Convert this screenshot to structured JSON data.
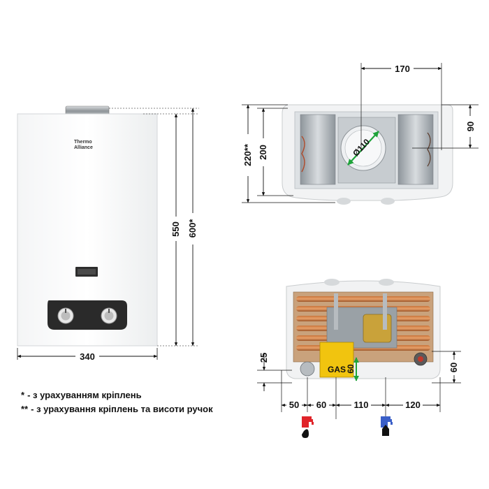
{
  "brand": {
    "line1": "Thermo",
    "line2": "Alliance"
  },
  "front": {
    "width": "340",
    "height_body": "550",
    "height_total": "600*"
  },
  "top": {
    "depth_total": "220**",
    "depth_body": "200",
    "flue_offset": "170",
    "flue_depth": "90",
    "flue_diameter": "Ø110"
  },
  "bottom": {
    "left_offset": "50",
    "gas_spacing": "60",
    "pipe_spacing": "110",
    "right_offset": "120",
    "height_left": "25",
    "height_middle": "60",
    "height_right": "60",
    "gas_label": "GAS"
  },
  "notes": [
    {
      "mark": "*",
      "text": "- з урахуванням кріплень"
    },
    {
      "mark": "**",
      "text": "- з урахування кріплень та висоти ручок"
    }
  ],
  "colors": {
    "hot_tap": "#e0242a",
    "cold_tap": "#3a5fc8",
    "flue_arrow": "#1fa33a",
    "gas_block": "#f1c40f"
  },
  "icons": [
    "hot-water-tap-icon",
    "cold-water-tap-icon",
    "drop-icon"
  ]
}
